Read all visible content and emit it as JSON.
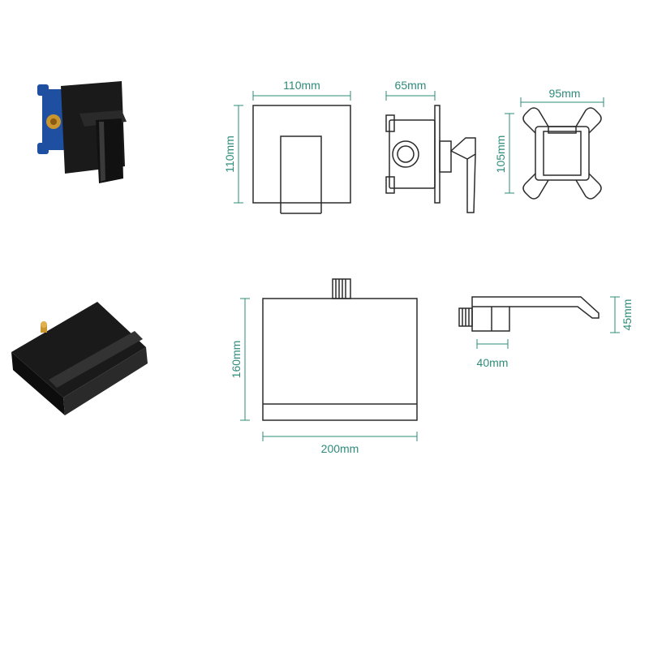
{
  "colors": {
    "dimension": "#2e8b7a",
    "outline": "#2b2b2b",
    "product_black": "#1a1a1a",
    "valve_blue": "#1f4fa0",
    "brass": "#c8952e"
  },
  "valve_views": {
    "front_width": "110mm",
    "front_height": "110mm",
    "side_depth": "65mm",
    "box_width": "95mm",
    "box_height": "105mm"
  },
  "spout_views": {
    "front_height": "160mm",
    "front_width": "200mm",
    "side_depth": "40mm",
    "side_height": "45mm"
  }
}
